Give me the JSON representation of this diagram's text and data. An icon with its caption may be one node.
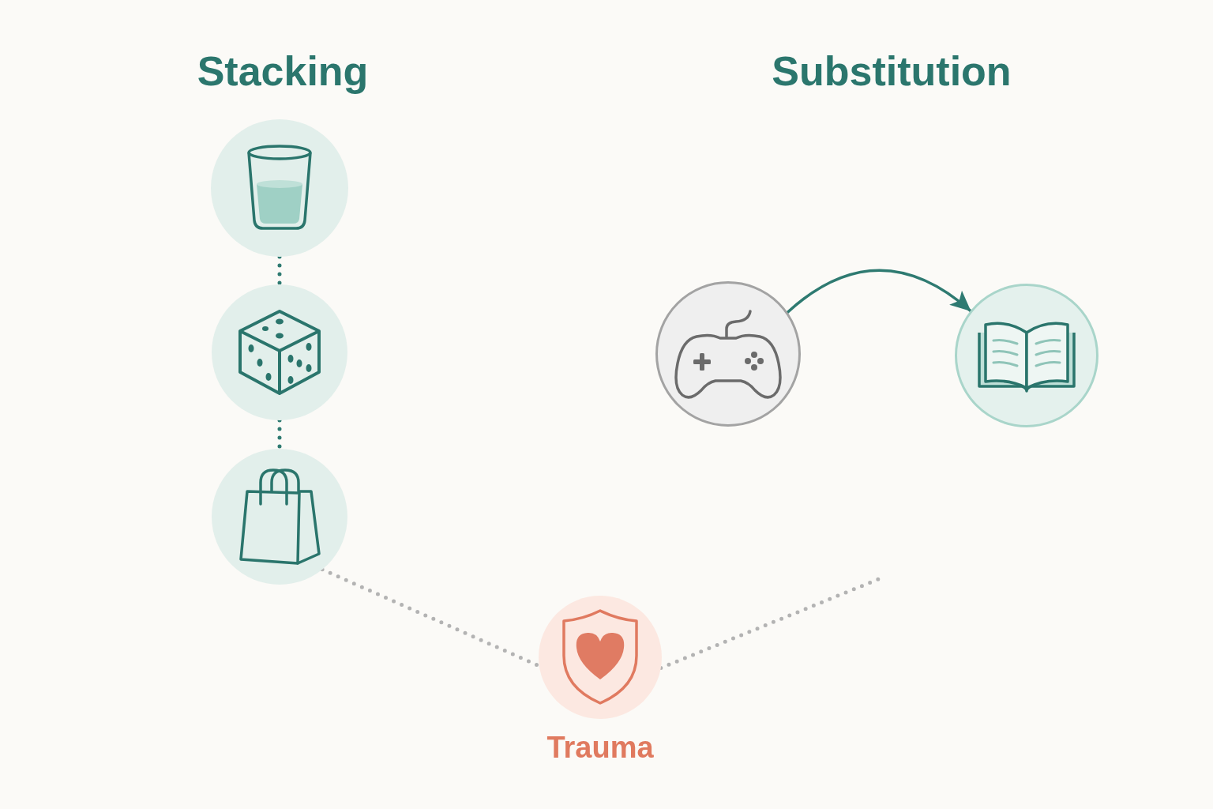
{
  "diagram": {
    "nodes": [
      {
        "text": [],
        "shape": "circle"
      },
      {
        "text": [],
        "shape": "circle"
      },
      {
        "text": [],
        "shape": "circle"
      },
      {
        "text": [],
        "shape": "circle"
      },
      {
        "text": [],
        "shape": "circle"
      },
      {
        "text": [
          "Trauma"
        ]
      }
    ],
    "edges": [
      {
        "from": 0,
        "to": 1,
        "arrow": "none",
        "style": "dashed"
      },
      {
        "from": 1,
        "to": 2,
        "arrow": "none",
        "style": "dashed"
      },
      {
        "from": 2,
        "to": 5,
        "arrow": "none",
        "style": "dashed",
        "color": "#b3b3b3"
      },
      {
        "from": 5,
        "to": null,
        "arrow": "none",
        "style": "dashed",
        "color": "#b3b3b3"
      },
      {
        "from": 3,
        "to": 4,
        "arrow": "to"
      }
    ],
    "labels": [
      "Stacking",
      "Substitution"
    ]
  }
}
